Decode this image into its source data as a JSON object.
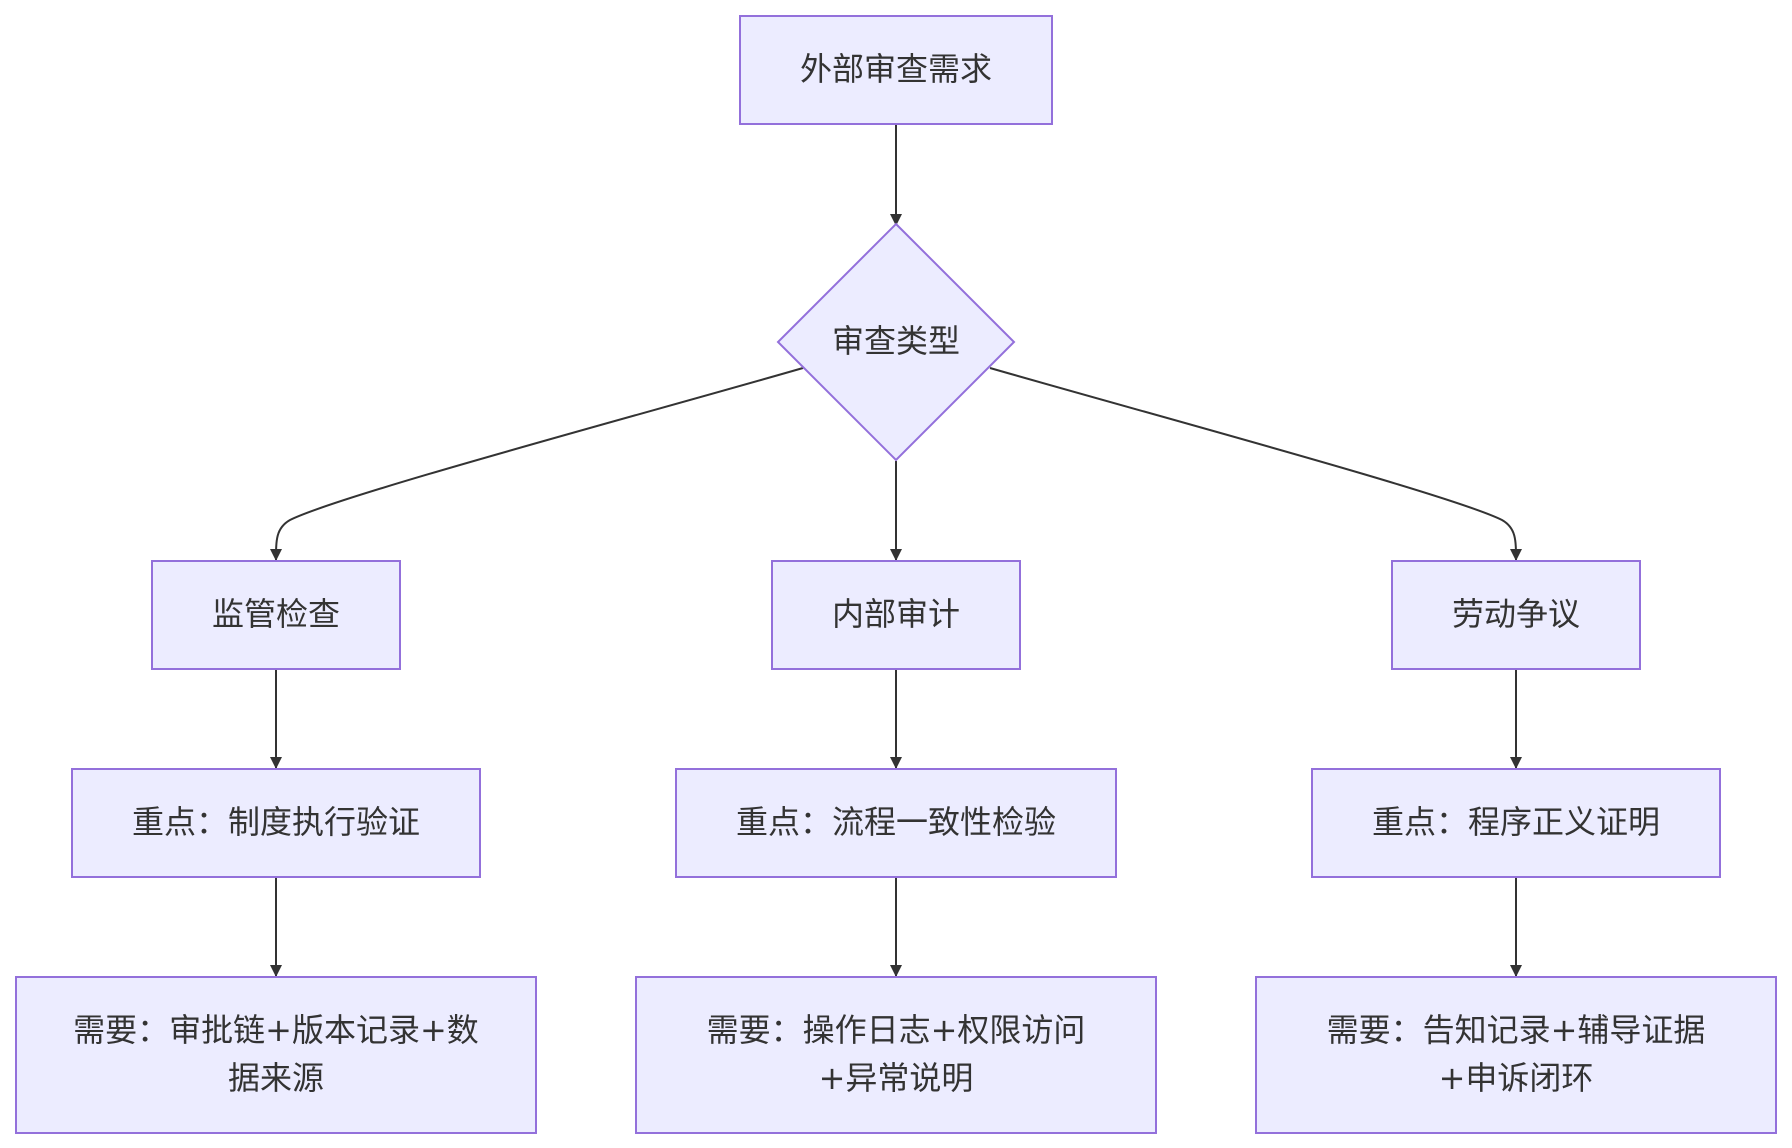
{
  "diagram": {
    "type": "flowchart",
    "direction": "top-down",
    "colors": {
      "node_fill": "#ECECFF",
      "node_stroke": "#9370DB",
      "text": "#333333",
      "edge": "#333333",
      "background": "#FFFFFF"
    },
    "nodes": {
      "start": {
        "label": "外部审查需求",
        "shape": "rectangle"
      },
      "decision": {
        "label": "审查类型",
        "shape": "diamond"
      },
      "regulatory": {
        "label": "监管检查",
        "shape": "rectangle"
      },
      "internal": {
        "label": "内部审计",
        "shape": "rectangle"
      },
      "labor": {
        "label": "劳动争议",
        "shape": "rectangle"
      },
      "focus_regulatory": {
        "label": "重点：制度执行验证",
        "shape": "rectangle"
      },
      "focus_internal": {
        "label": "重点：流程一致性检验",
        "shape": "rectangle"
      },
      "focus_labor": {
        "label": "重点：程序正义证明",
        "shape": "rectangle"
      },
      "need_regulatory": {
        "line1": "需要：审批链+版本记录+数",
        "line2": "据来源",
        "shape": "rectangle"
      },
      "need_internal": {
        "line1": "需要：操作日志+权限访问",
        "line2": "+异常说明",
        "shape": "rectangle"
      },
      "need_labor": {
        "line1": "需要：告知记录+辅导证据",
        "line2": "+申诉闭环",
        "shape": "rectangle"
      }
    },
    "edges": [
      {
        "from": "start",
        "to": "decision"
      },
      {
        "from": "decision",
        "to": "regulatory"
      },
      {
        "from": "decision",
        "to": "internal"
      },
      {
        "from": "decision",
        "to": "labor"
      },
      {
        "from": "regulatory",
        "to": "focus_regulatory"
      },
      {
        "from": "internal",
        "to": "focus_internal"
      },
      {
        "from": "labor",
        "to": "focus_labor"
      },
      {
        "from": "focus_regulatory",
        "to": "need_regulatory"
      },
      {
        "from": "focus_internal",
        "to": "need_internal"
      },
      {
        "from": "focus_labor",
        "to": "need_labor"
      }
    ]
  }
}
